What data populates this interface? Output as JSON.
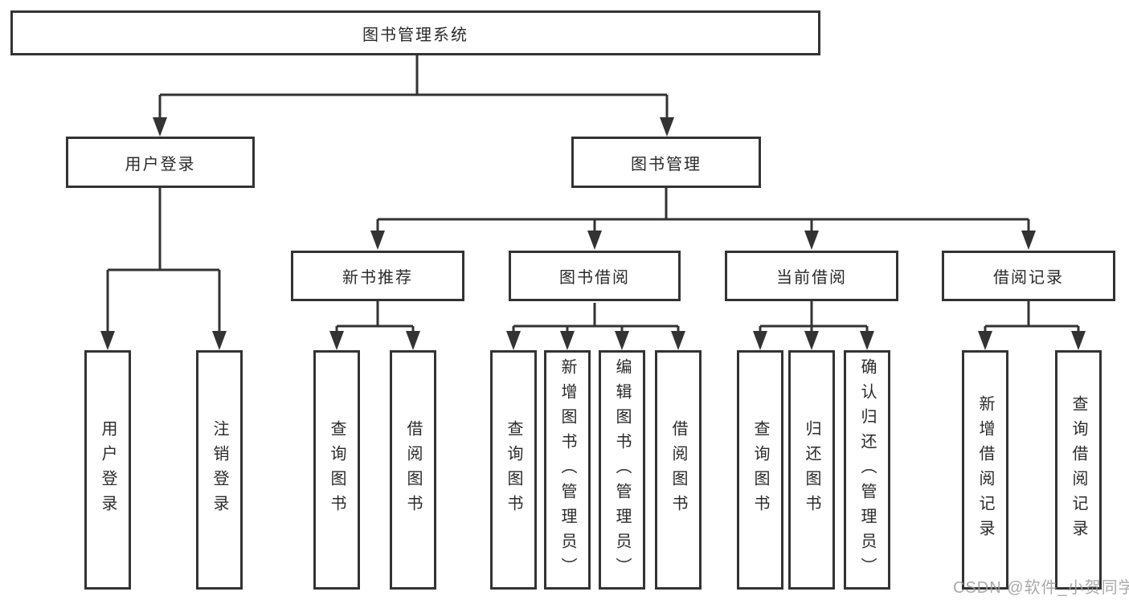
{
  "diagram": {
    "root": {
      "label": "图书管理系统"
    },
    "branches": [
      {
        "label": "用户登录",
        "leaves": [
          "用户登录",
          "注销登录"
        ]
      },
      {
        "label": "图书管理",
        "groups": [
          {
            "label": "新书推荐",
            "leaves": [
              "查询图书",
              "借阅图书"
            ]
          },
          {
            "label": "图书借阅",
            "leaves": [
              "查询图书",
              "新增图书（管理员）",
              "编辑图书（管理员）",
              "借阅图书"
            ]
          },
          {
            "label": "当前借阅",
            "leaves": [
              "查询图书",
              "归还图书",
              "确认归还（管理员）"
            ]
          },
          {
            "label": "借阅记录",
            "leaves": [
              "新增借阅记录",
              "查询借阅记录"
            ]
          }
        ]
      }
    ]
  },
  "watermark": {
    "text": "CSDN @软件_小贺同学"
  },
  "colors": {
    "line": "#333333",
    "text": "#2a2a2a",
    "background": "#ffffff",
    "watermark": "#9e9e9e"
  }
}
